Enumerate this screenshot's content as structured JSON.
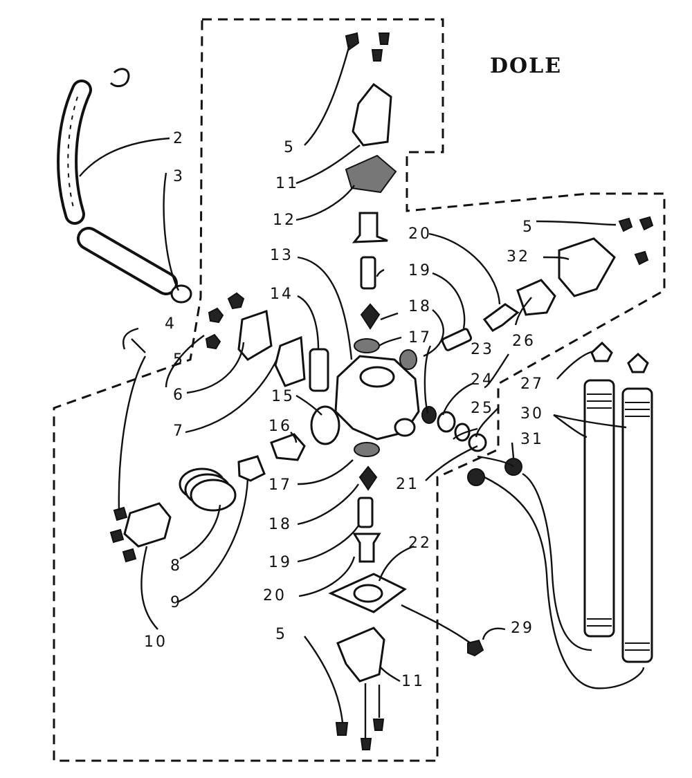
{
  "title": "DOLE",
  "callouts": {
    "c2": "2",
    "c3": "3",
    "c4": "4",
    "c5a": "5",
    "c5b": "5",
    "c5c": "5",
    "c5d": "5",
    "c6": "6",
    "c7": "7",
    "c8": "8",
    "c9": "9",
    "c10": "10",
    "c11a": "11",
    "c11b": "11",
    "c12": "12",
    "c13": "13",
    "c14": "14",
    "c15": "15",
    "c16": "16",
    "c17a": "17",
    "c17b": "17",
    "c18a": "18",
    "c18b": "18",
    "c19a": "19",
    "c19b": "19",
    "c20a": "20",
    "c20b": "20",
    "c21": "21",
    "c22": "22",
    "c23": "23",
    "c24": "24",
    "c25": "25",
    "c26": "26",
    "c27": "27",
    "c29": "29",
    "c30": "30",
    "c31": "31",
    "c32": "32"
  }
}
